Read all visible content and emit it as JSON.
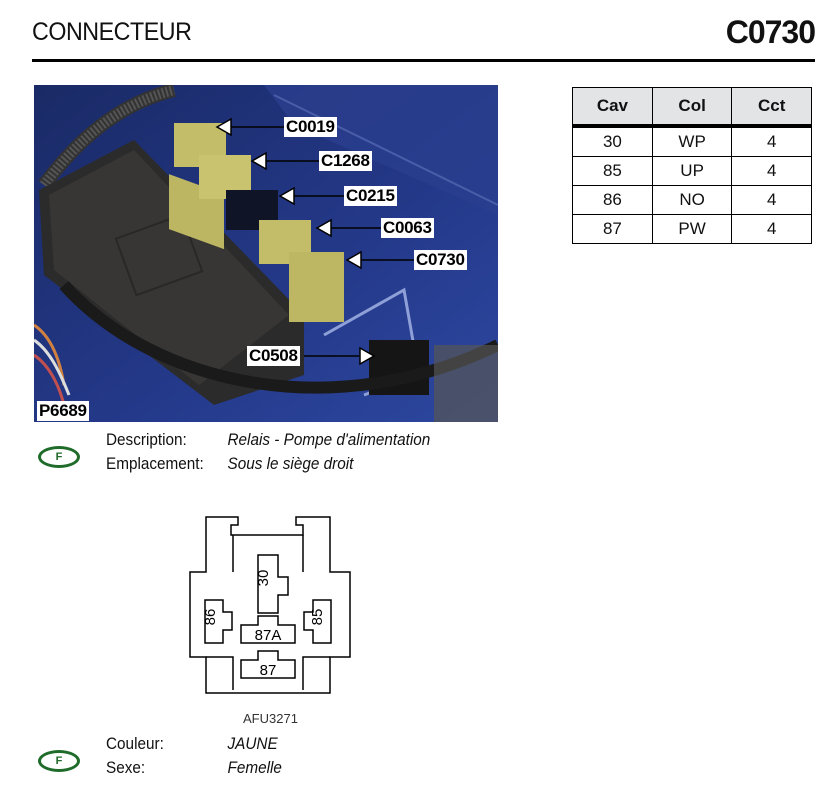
{
  "header": {
    "title": "CONNECTEUR",
    "code": "C0730"
  },
  "photo": {
    "ref": "P6689",
    "callouts": [
      "C0019",
      "C1268",
      "C0215",
      "C0063",
      "C0730",
      "C0508"
    ]
  },
  "pin_table": {
    "columns": [
      "Cav",
      "Col",
      "Cct"
    ],
    "rows": [
      [
        "30",
        "WP",
        "4"
      ],
      [
        "85",
        "UP",
        "4"
      ],
      [
        "86",
        "NO",
        "4"
      ],
      [
        "87",
        "PW",
        "4"
      ]
    ]
  },
  "details": {
    "badge": "F",
    "description_label": "Description:",
    "description_value": "Relais - Pompe d'alimentation",
    "location_label": "Emplacement:",
    "location_value": "Sous le siège droit"
  },
  "connector_diagram": {
    "pins": [
      "30",
      "86",
      "85",
      "87A",
      "87"
    ],
    "ref": "AFU3271"
  },
  "properties": {
    "badge": "F",
    "color_label": "Couleur:",
    "color_value": "JAUNE",
    "sex_label": "Sexe:",
    "sex_value": "Femelle"
  }
}
